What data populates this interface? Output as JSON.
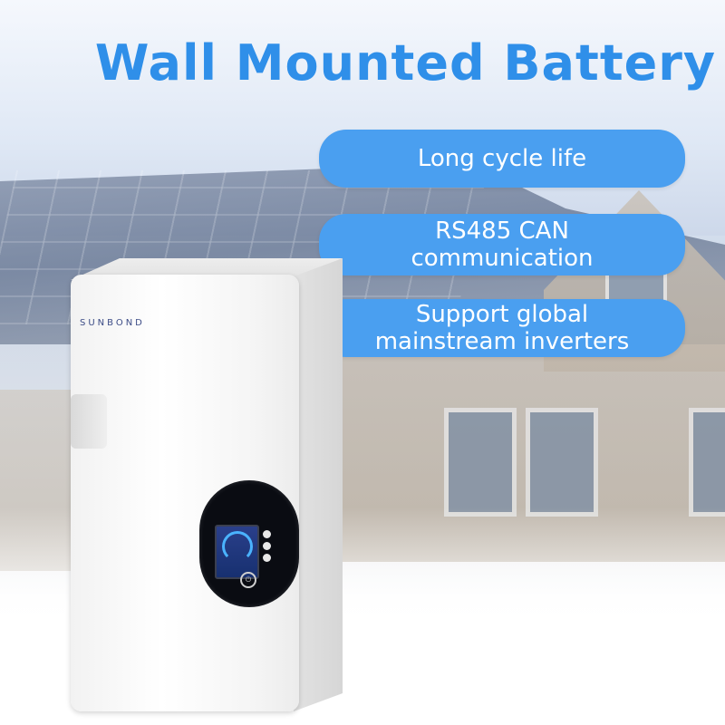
{
  "title": "Wall Mounted Battery",
  "features": [
    {
      "lines": [
        "Long cycle life"
      ]
    },
    {
      "lines": [
        "RS485 CAN",
        "communication"
      ]
    },
    {
      "lines": [
        "Support global",
        "mainstream inverters"
      ]
    }
  ],
  "product": {
    "brand_logo_text": "SUNBOND"
  },
  "colors": {
    "title": "#2f8fe9",
    "pill": "#4a9ff0",
    "pill_text": "#ffffff"
  },
  "icons": [
    "power-icon",
    "display-gauge-icon"
  ]
}
